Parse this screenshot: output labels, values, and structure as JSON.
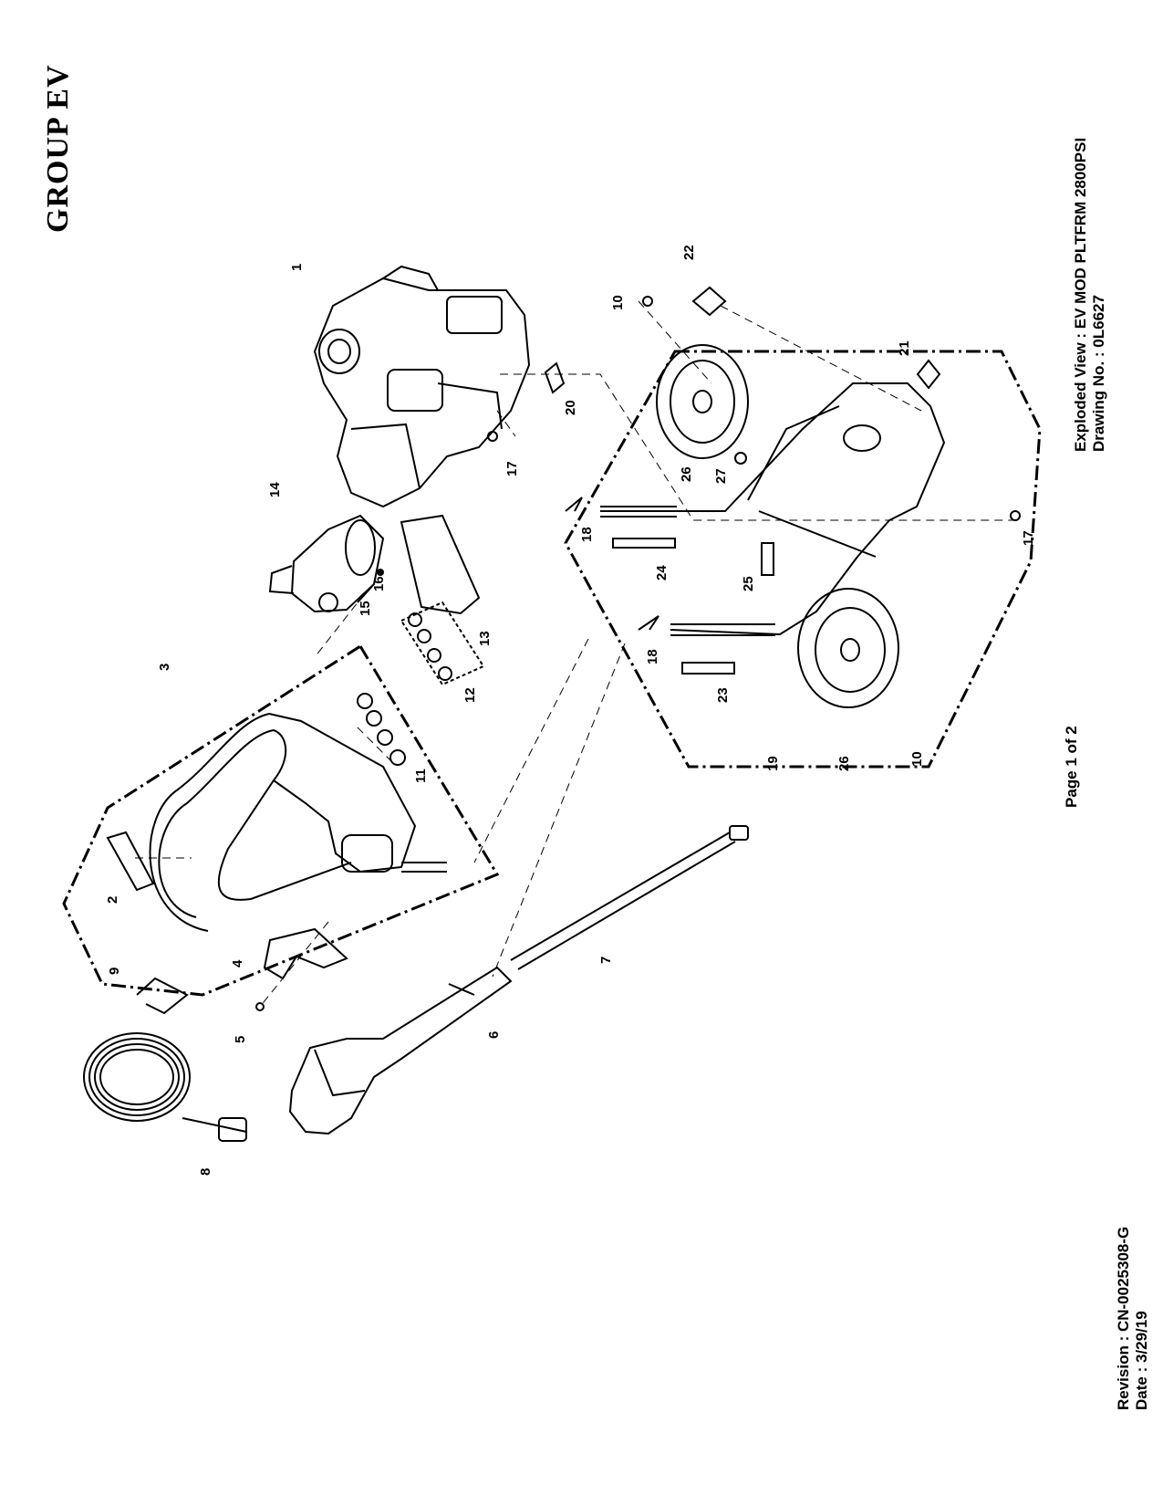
{
  "header": {
    "group_title": "GROUP EV"
  },
  "footer": {
    "exploded_view": "Exploded View : EV MOD PLTFRM 2800PSI",
    "drawing_no": "Drawing No. : 0L6627",
    "page": "Page 1 of 2",
    "revision": "Revision : CN-0025308-G",
    "date": "Date : 3/29/19"
  },
  "callouts": [
    "1",
    "2",
    "3",
    "4",
    "5",
    "6",
    "7",
    "8",
    "9",
    "10",
    "10",
    "10",
    "11",
    "12",
    "13",
    "14",
    "15",
    "16",
    "17",
    "17",
    "18",
    "18",
    "19",
    "20",
    "21",
    "22",
    "23",
    "24",
    "25",
    "26",
    "26",
    "27"
  ]
}
